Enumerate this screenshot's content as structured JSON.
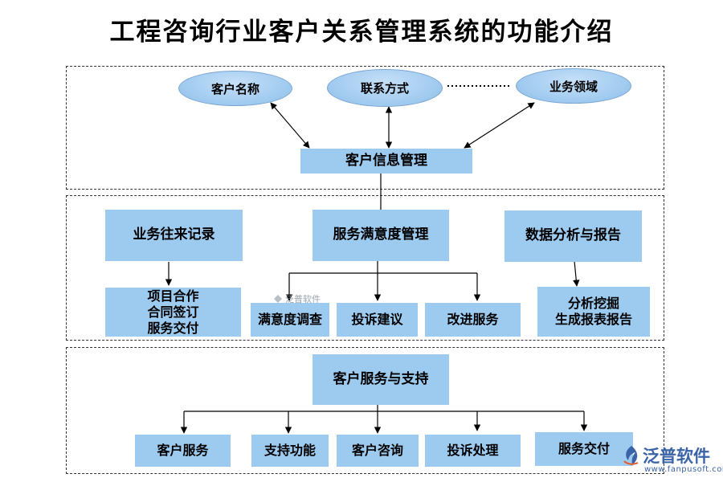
{
  "title": "工程咨询行业客户关系管理系统的功能介绍",
  "info_section": {
    "ellipses": [
      "客户名称",
      "联系方式",
      "业务领域"
    ],
    "hub": "客户信息管理"
  },
  "service_section": {
    "business_record": {
      "label": "业务往来记录",
      "child": "项目合作\n合同签订\n服务交付"
    },
    "satisfaction": {
      "label": "服务满意度管理",
      "children": [
        "满意度调查",
        "投诉建议",
        "改进服务"
      ]
    },
    "analysis": {
      "label": "数据分析与报告",
      "child": "分析挖掘\n生成报表报告"
    }
  },
  "support_section": {
    "hub": "客户服务与支持",
    "children": [
      "客户服务",
      "支持功能",
      "客户咨询",
      "投诉处理",
      "服务交付"
    ]
  },
  "watermark": "泛普软件",
  "logo": {
    "name": "泛普软件",
    "url": "www.fanpusoft.com"
  },
  "colors": {
    "box": "#9dcbf0",
    "ellipse": "#a8cff1",
    "logo": "#3a63a8"
  }
}
